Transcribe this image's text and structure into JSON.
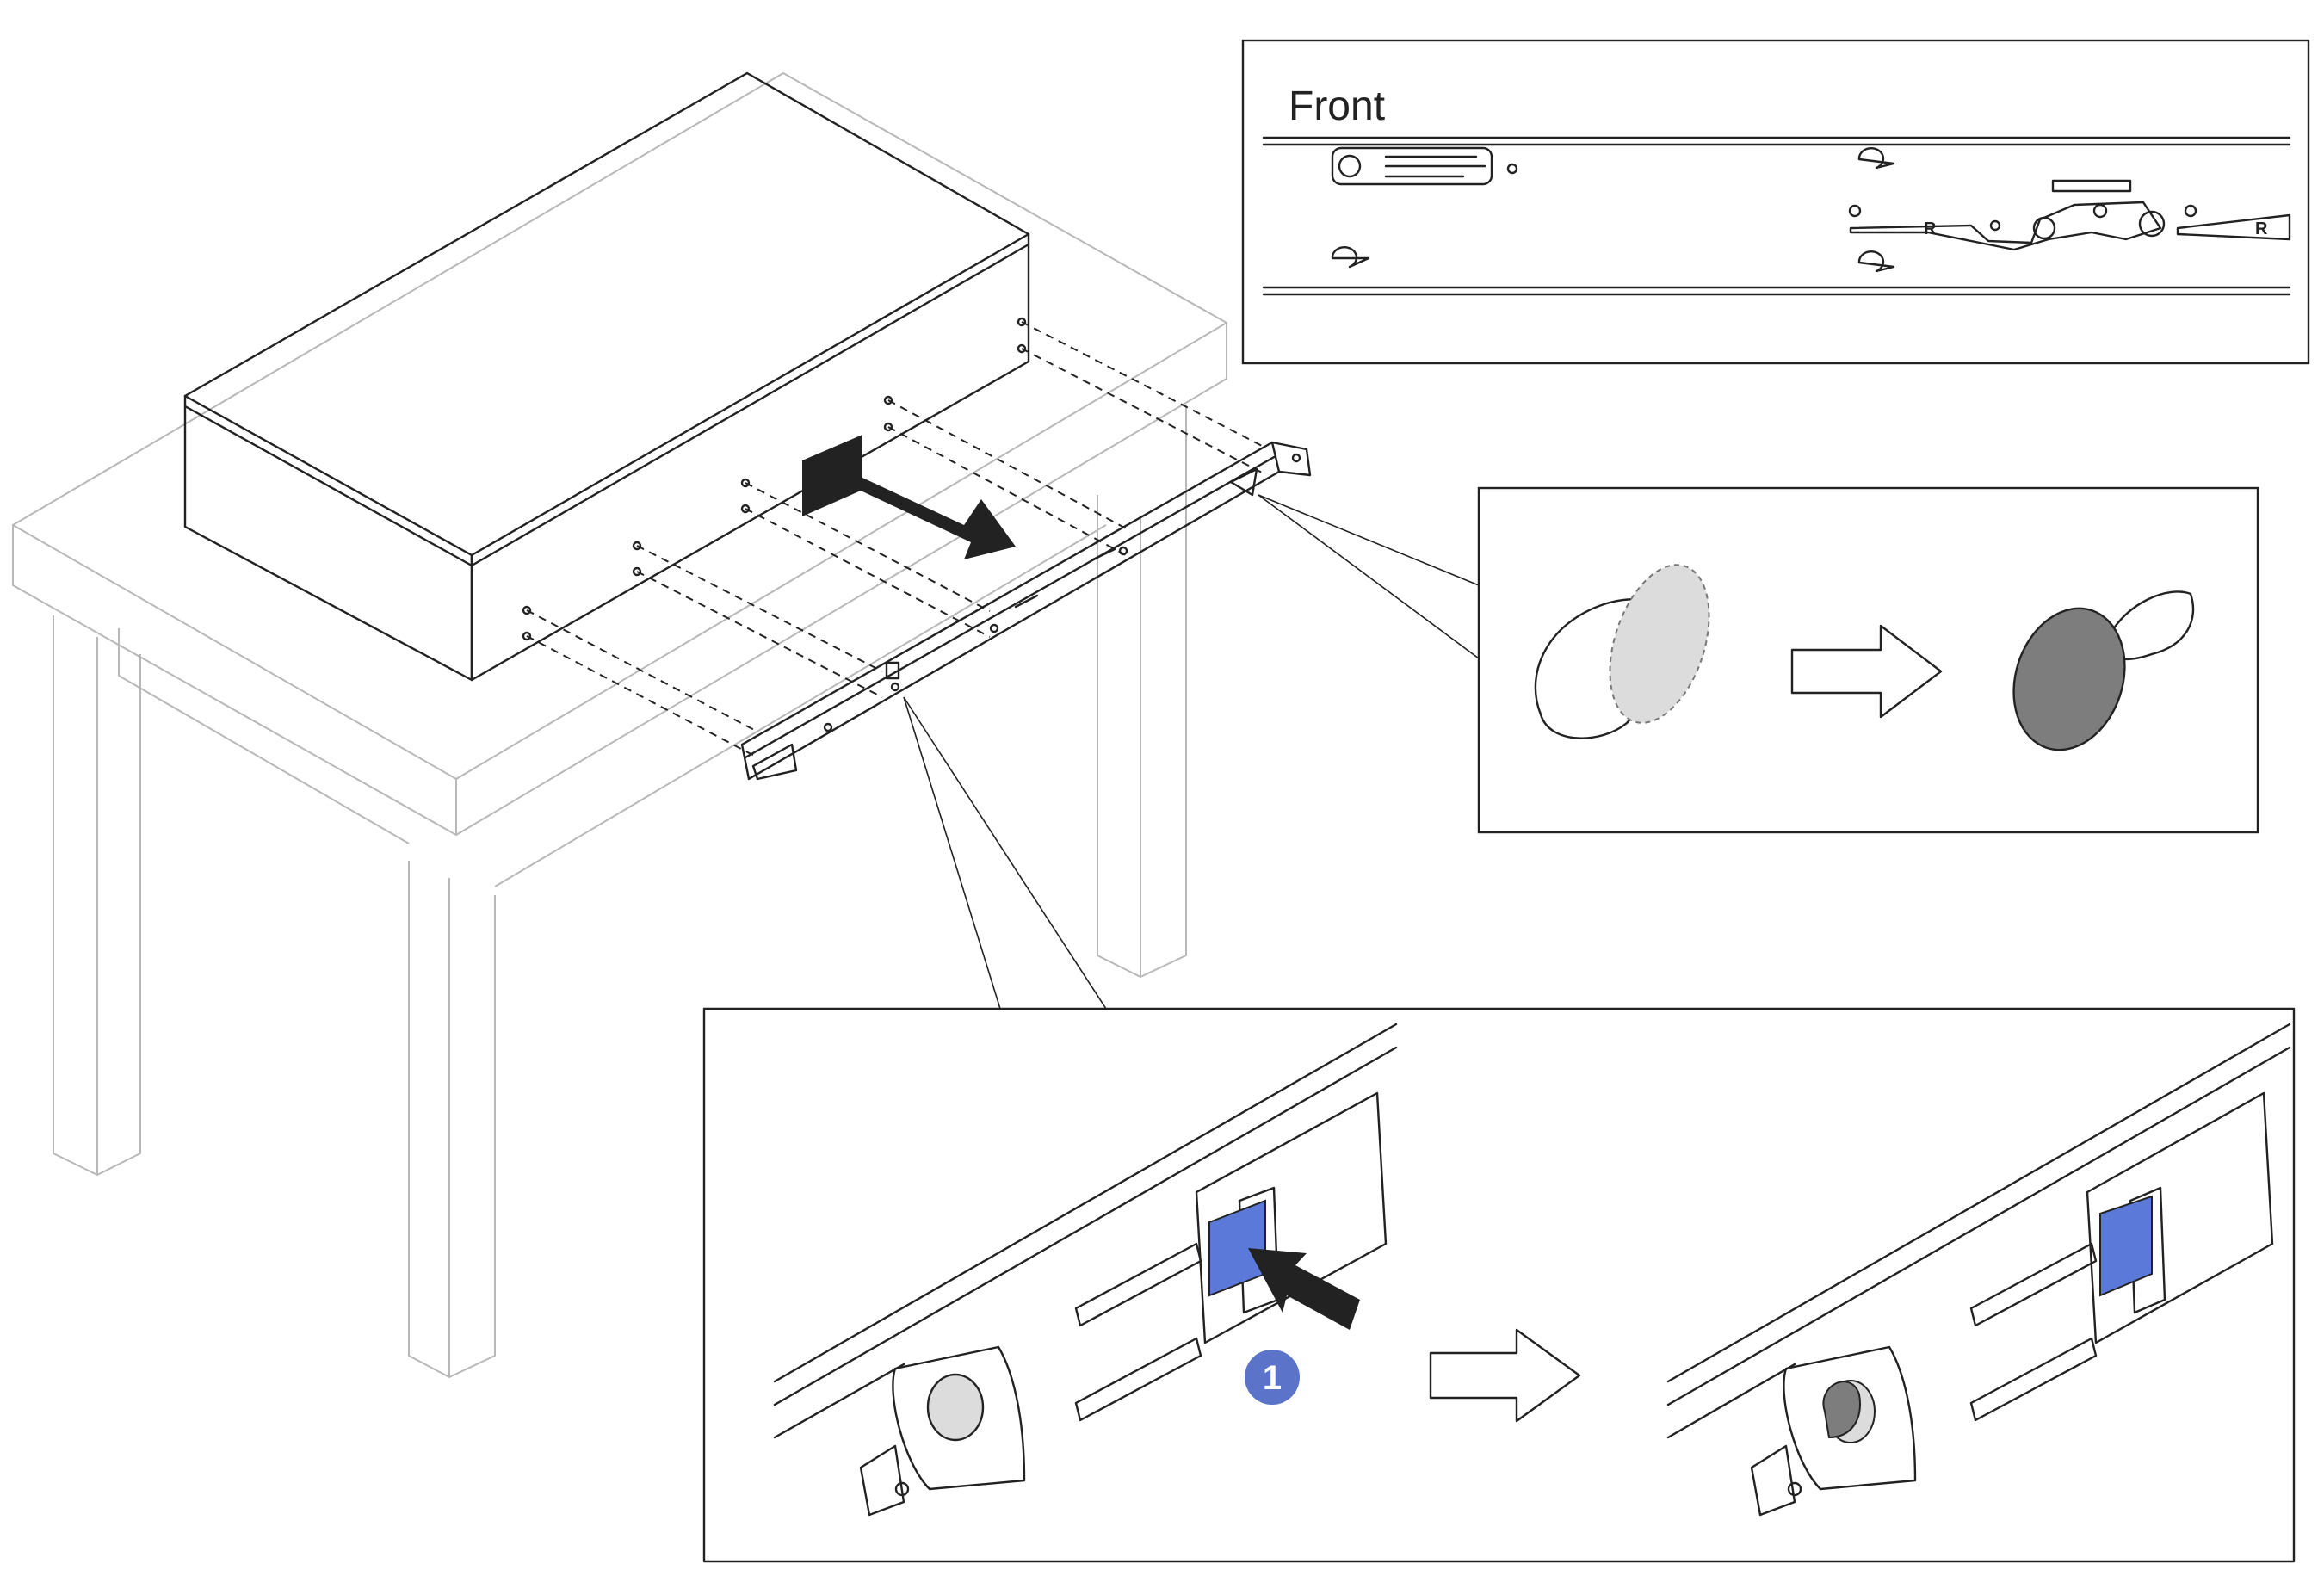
{
  "front_panel": {
    "title": "Front",
    "rail_marks": [
      "R",
      "R"
    ]
  },
  "steps": [
    {
      "number": "1"
    }
  ],
  "colors": {
    "line": "#222222",
    "table": "#b8b8b8",
    "latch": "#5b79d9",
    "step_badge": "#5b74c9",
    "pin": "#7d7d7d",
    "arrow": "#222222"
  },
  "icons": [
    "push-arrow-icon",
    "transition-arrow-icon",
    "step-badge-icon"
  ]
}
